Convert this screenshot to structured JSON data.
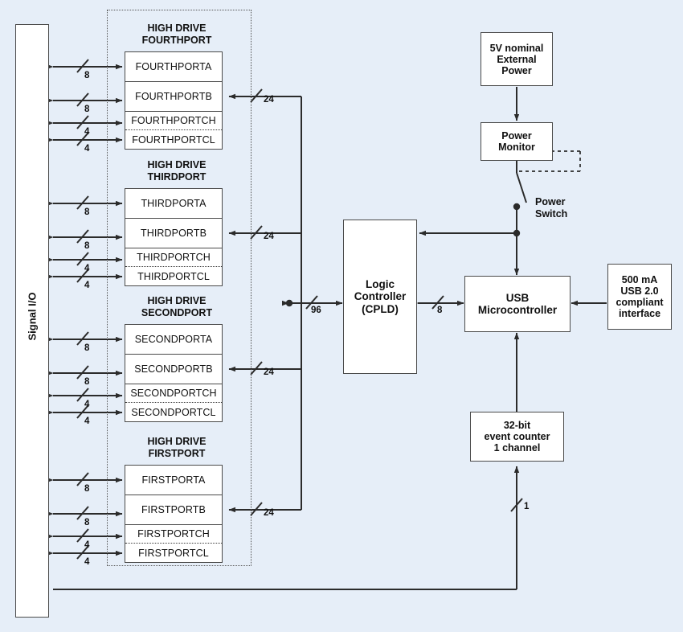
{
  "diagram": {
    "title": "Signal I/O block diagram",
    "background_color": "#e6eef8",
    "box_fill": "#ffffff",
    "line_color": "#2b2b2b"
  },
  "signal_io": {
    "label": "Signal I/O"
  },
  "port_groups": [
    {
      "title_line1": "HIGH DRIVE",
      "title_line2": "FOURTHPORT",
      "rows": [
        {
          "label": "FOURTHPORTA",
          "width": "8"
        },
        {
          "label": "FOURTHPORTB",
          "width": "8"
        },
        {
          "label": "FOURTHPORTCH",
          "width": "4"
        },
        {
          "label": "FOURTHPORTCL",
          "width": "4"
        }
      ],
      "bus_label": "24"
    },
    {
      "title_line1": "HIGH DRIVE",
      "title_line2": "THIRDPORT",
      "rows": [
        {
          "label": "THIRDPORTA",
          "width": "8"
        },
        {
          "label": "THIRDPORTB",
          "width": "8"
        },
        {
          "label": "THIRDPORTCH",
          "width": "4"
        },
        {
          "label": "THIRDPORTCL",
          "width": "4"
        }
      ],
      "bus_label": "24"
    },
    {
      "title_line1": "HIGH DRIVE",
      "title_line2": "SECONDPORT",
      "rows": [
        {
          "label": "SECONDPORTA",
          "width": "8"
        },
        {
          "label": "SECONDPORTB",
          "width": "8"
        },
        {
          "label": "SECONDPORTCH",
          "width": "4"
        },
        {
          "label": "SECONDPORTCL",
          "width": "4"
        }
      ],
      "bus_label": "24"
    },
    {
      "title_line1": "HIGH DRIVE",
      "title_line2": "FIRSTPORT",
      "rows": [
        {
          "label": "FIRSTPORTA",
          "width": "8"
        },
        {
          "label": "FIRSTPORTB",
          "width": "8"
        },
        {
          "label": "FIRSTPORTCH",
          "width": "4"
        },
        {
          "label": "FIRSTPORTCL",
          "width": "4"
        }
      ],
      "bus_label": "24"
    }
  ],
  "blocks": {
    "logic_controller": {
      "line1": "Logic",
      "line2": "Controller",
      "line3": "(CPLD)"
    },
    "usb_microcontroller": {
      "line1": "USB",
      "line2": "Microcontroller"
    },
    "external_power": {
      "line1": "5V nominal",
      "line2": "External",
      "line3": "Power"
    },
    "power_monitor": {
      "line1": "Power",
      "line2": "Monitor"
    },
    "usb_interface": {
      "line1": "500 mA",
      "line2": "USB 2.0",
      "line3": "compliant",
      "line4": "interface"
    },
    "event_counter": {
      "line1": "32-bit",
      "line2": "event counter",
      "line3": "1 channel"
    }
  },
  "labels": {
    "power_switch_line1": "Power",
    "power_switch_line2": "Switch",
    "bus_96": "96",
    "bus_8_cpld_usb": "8",
    "bus_1_counter": "1"
  }
}
